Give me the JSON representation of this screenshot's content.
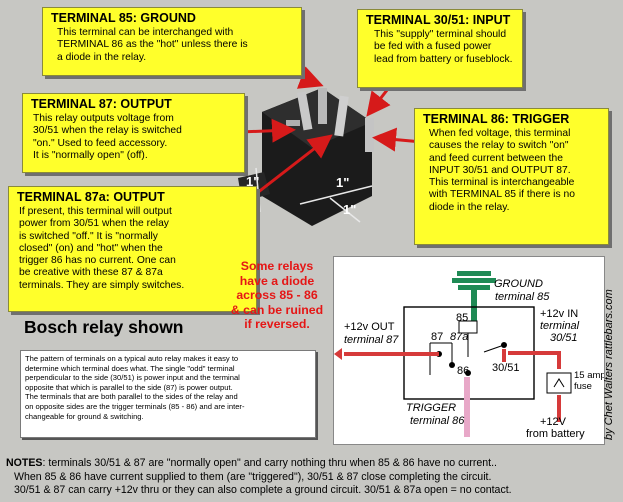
{
  "terminal85": {
    "title": "TERMINAL 85: GROUND",
    "lines": [
      "This terminal can be interchanged with",
      "TERMINAL 86 as the \"hot\" unless there is",
      "a diode in the relay."
    ]
  },
  "terminal3051": {
    "title": "TERMINAL 30/51: INPUT",
    "lines": [
      "This \"supply\" terminal should",
      "be fed with a fused power",
      "lead from battery or fuseblock."
    ]
  },
  "terminal87": {
    "title": "TERMINAL 87: OUTPUT",
    "lines": [
      "This relay outputs voltage from",
      "30/51  when the relay is switched",
      "\"on.\" Used to feed accessory.",
      "It is \"normally open\" (off)."
    ]
  },
  "terminal86": {
    "title": "TERMINAL 86: TRIGGER",
    "lines": [
      "When fed voltage, this terminal",
      "causes the relay to switch \"on\"",
      "and feed current between the",
      "INPUT 30/51 and OUTPUT 87.",
      "This terminal is interchangeable",
      "with TERMINAL 85 if there is no",
      "diode in the relay."
    ]
  },
  "terminal87a": {
    "title": "TERMINAL 87a: OUTPUT",
    "lines": [
      "If present, this terminal will output",
      "power from 30/51 when the relay",
      "is switched \"off.\"  It is \"normally",
      "closed\" (on) and \"hot\" when the",
      "trigger 86 has no current. One can",
      "be creative with these 87 & 87a",
      "terminals. They are simply switches."
    ]
  },
  "dimension_label": "1\"",
  "warning": [
    "Some relays",
    "have a diode",
    "across 85 - 86",
    "& can be ruined",
    "if reversed."
  ],
  "bosch_caption": "Bosch relay shown",
  "explanation": [
    "The pattern of terminals on a typical auto relay makes it easy to",
    "determine which terminal does what.  The single \"odd\" terminal",
    "perpendicular to the side (30/51) is power input and the terminal",
    "opposite that which is parallel to the side (87) is power output.",
    "The terminals that are both parallel to the sides of the relay and",
    "on opposite sides are the trigger terminals (85 - 86) and are inter-",
    "changeable for ground & switching."
  ],
  "schematic": {
    "ground": [
      "GROUND",
      "terminal 85"
    ],
    "out": [
      "+12v OUT",
      "terminal 87"
    ],
    "in": [
      "+12v IN",
      "terminal",
      "30/51"
    ],
    "trigger": [
      "TRIGGER",
      "terminal 86"
    ],
    "pin85": "85",
    "pin87": "87",
    "pin87a": "87a",
    "pin86": "86",
    "pin3051": "30/51",
    "fuse": [
      "15 amp",
      "fuse"
    ],
    "battery": [
      "+12V",
      "from battery"
    ]
  },
  "credit": "by Chet Walters rattlebars.com",
  "notes": {
    "label": "NOTES",
    "text1": ": terminals 30/51 & 87 are \"normally open\" and carry nothing thru when 85 & 86 have no current..",
    "text2": "When 85 & 86 have current supplied to them (are \"triggered\"), 30/51 & 87 close completing the circuit.",
    "text3": "30/51 & 87 can carry +12v thru or they can also complete a ground circuit. 30/51 & 87a open = no contact."
  },
  "colors": {
    "box": "#ffff2b",
    "arrow": "#d61a1a",
    "ground_wire": "#1f8a55",
    "trigger_wire": "#e8a8c8",
    "power_wire": "#d63a3a"
  }
}
